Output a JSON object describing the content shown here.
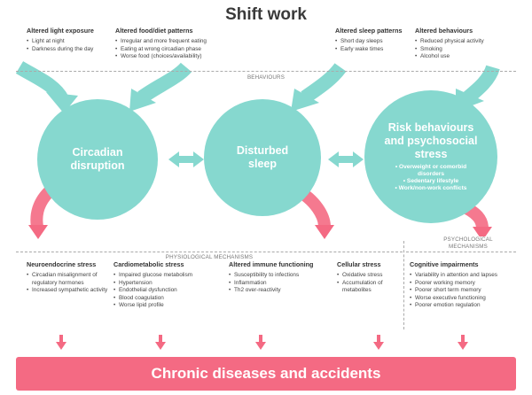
{
  "title": "Shift work",
  "colors": {
    "teal": "#86d8cf",
    "pink": "#f46a83"
  },
  "behaviours_label": "BEHAVIOURS",
  "physiological_label": "PHYSIOLOGICAL MECHANISMS",
  "psychological_label": "PSYCHOLOGICAL MECHANISMS",
  "top": [
    {
      "heading": "Altered light exposure",
      "items": [
        "Light at night",
        "Darkness during the day"
      ]
    },
    {
      "heading": "Altered food/diet patterns",
      "items": [
        "Irregular and more frequent eating",
        "Eating at wrong circadian phase",
        "Worse food (choices/availability)"
      ]
    },
    {
      "heading": "Altered sleep patterns",
      "items": [
        "Short day sleeps",
        "Early wake times"
      ]
    },
    {
      "heading": "Altered behaviours",
      "items": [
        "Reduced physical activity",
        "Smoking",
        "Alcohol use"
      ]
    }
  ],
  "circles": {
    "circadian": "Circadian disruption",
    "sleep": "Disturbed sleep",
    "risk": "Risk behaviours and psychosocial stress",
    "risk_items": [
      "Overweight or comorbid disorders",
      "Sedentary lifestyle",
      "Work/non-work conflicts"
    ]
  },
  "bottom": [
    {
      "heading": "Neuroendocrine stress",
      "items": [
        "Circadian misalignment of regulatory hormones",
        "Increased sympathetic activity"
      ]
    },
    {
      "heading": "Cardiometabolic stress",
      "items": [
        "Impaired glucose metabolism",
        "Hypertension",
        "Endothelial dysfunction",
        "Blood coagulation",
        "Worse lipid profile"
      ]
    },
    {
      "heading": "Altered immune functioning",
      "items": [
        "Susceptibility to infections",
        "Inflammation",
        "Th2 over-reactivity"
      ]
    },
    {
      "heading": "Cellular stress",
      "items": [
        "Oxidative stress",
        "Accumulation of metabolites"
      ]
    },
    {
      "heading": "Cognitive impairments",
      "items": [
        "Variability in attention and lapses",
        "Poorer working memory",
        "Poorer short term memory",
        "Worse executive functioning",
        "Poorer emotion regulation"
      ]
    }
  ],
  "outcome": "Chronic diseases and accidents"
}
